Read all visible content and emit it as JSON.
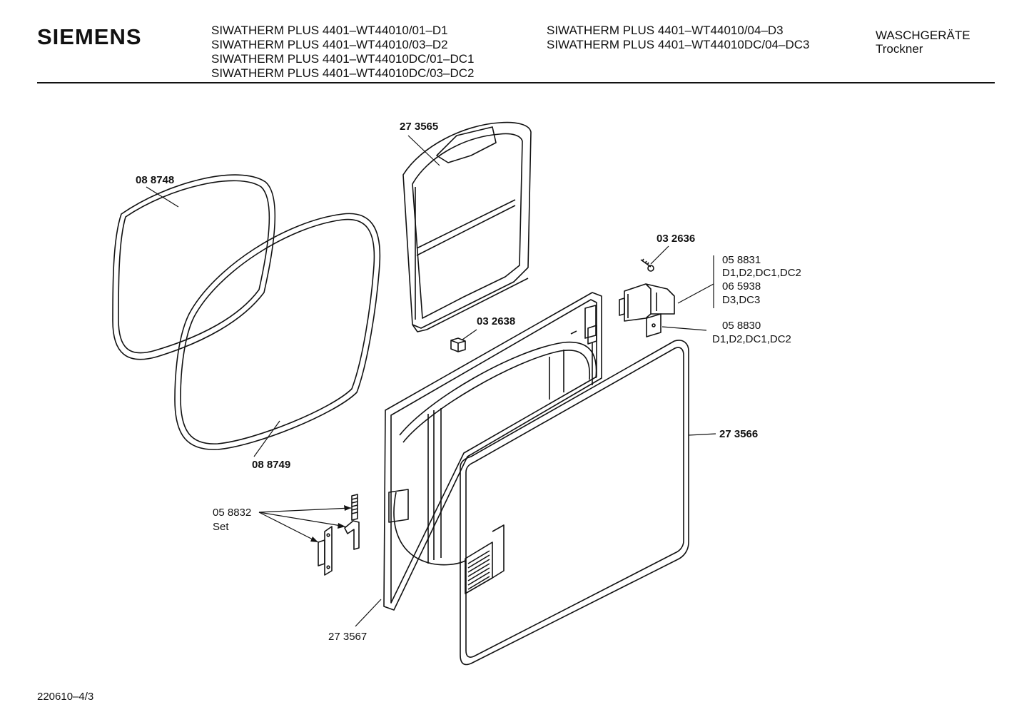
{
  "header": {
    "brand": "SIEMENS",
    "models_left": [
      "SIWATHERM PLUS 4401–WT44010/01–D1",
      "SIWATHERM PLUS 4401–WT44010/03–D2",
      "SIWATHERM PLUS 4401–WT44010DC/01–DC1",
      "SIWATHERM PLUS 4401–WT44010DC/03–DC2"
    ],
    "models_right": [
      "SIWATHERM PLUS 4401–WT44010/04–D3",
      "SIWATHERM PLUS 4401–WT44010DC/04–DC3"
    ],
    "category": "WASCHGERÄTE",
    "subcategory": "Trockner"
  },
  "parts": {
    "p273565": "27 3565",
    "p088748": "08 8748",
    "p088749": "08 8749",
    "p032638": "03 2638",
    "p032636": "03 2636",
    "p058831": "05 8831",
    "p058831_variants": "D1,D2,DC1,DC2",
    "p065938": "06 5938",
    "p065938_variants": "D3,DC3",
    "p058830": "05 8830",
    "p058830_variants": "D1,D2,DC1,DC2",
    "p273566": "27 3566",
    "p058832": "05 8832",
    "p058832_note": "Set",
    "p273567": "27 3567"
  },
  "footer": {
    "doc_number": "220610–4/3"
  }
}
